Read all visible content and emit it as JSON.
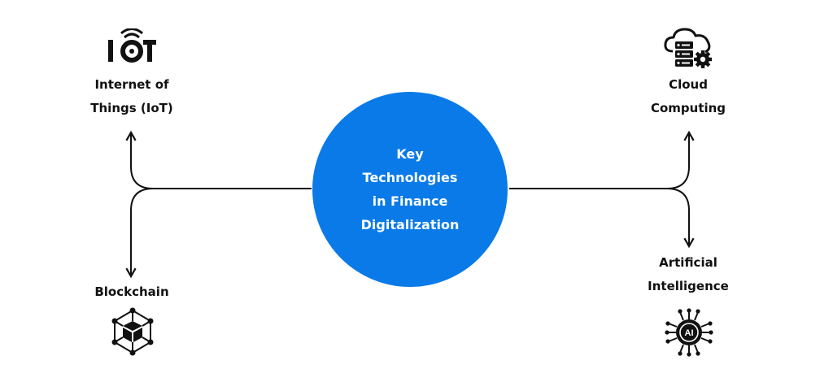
{
  "center": {
    "title": "Key\nTechnologies\nin Finance\nDigitalization"
  },
  "nodes": [
    {
      "id": "iot",
      "label": "Internet of\nThings (IoT)",
      "icon": "iot-icon",
      "icon_text": "IOT"
    },
    {
      "id": "cloud",
      "label": "Cloud\nComputing",
      "icon": "cloud-computing-icon"
    },
    {
      "id": "blockchain",
      "label": "Blockchain",
      "icon": "blockchain-icon"
    },
    {
      "id": "ai",
      "label": "Artificial\nIntelligence",
      "icon": "artificial-intelligence-icon",
      "icon_text": "AI"
    }
  ],
  "colors": {
    "hub": "#0a7ae8",
    "lines": "#111111",
    "text": "#111111",
    "background": "#ffffff"
  }
}
